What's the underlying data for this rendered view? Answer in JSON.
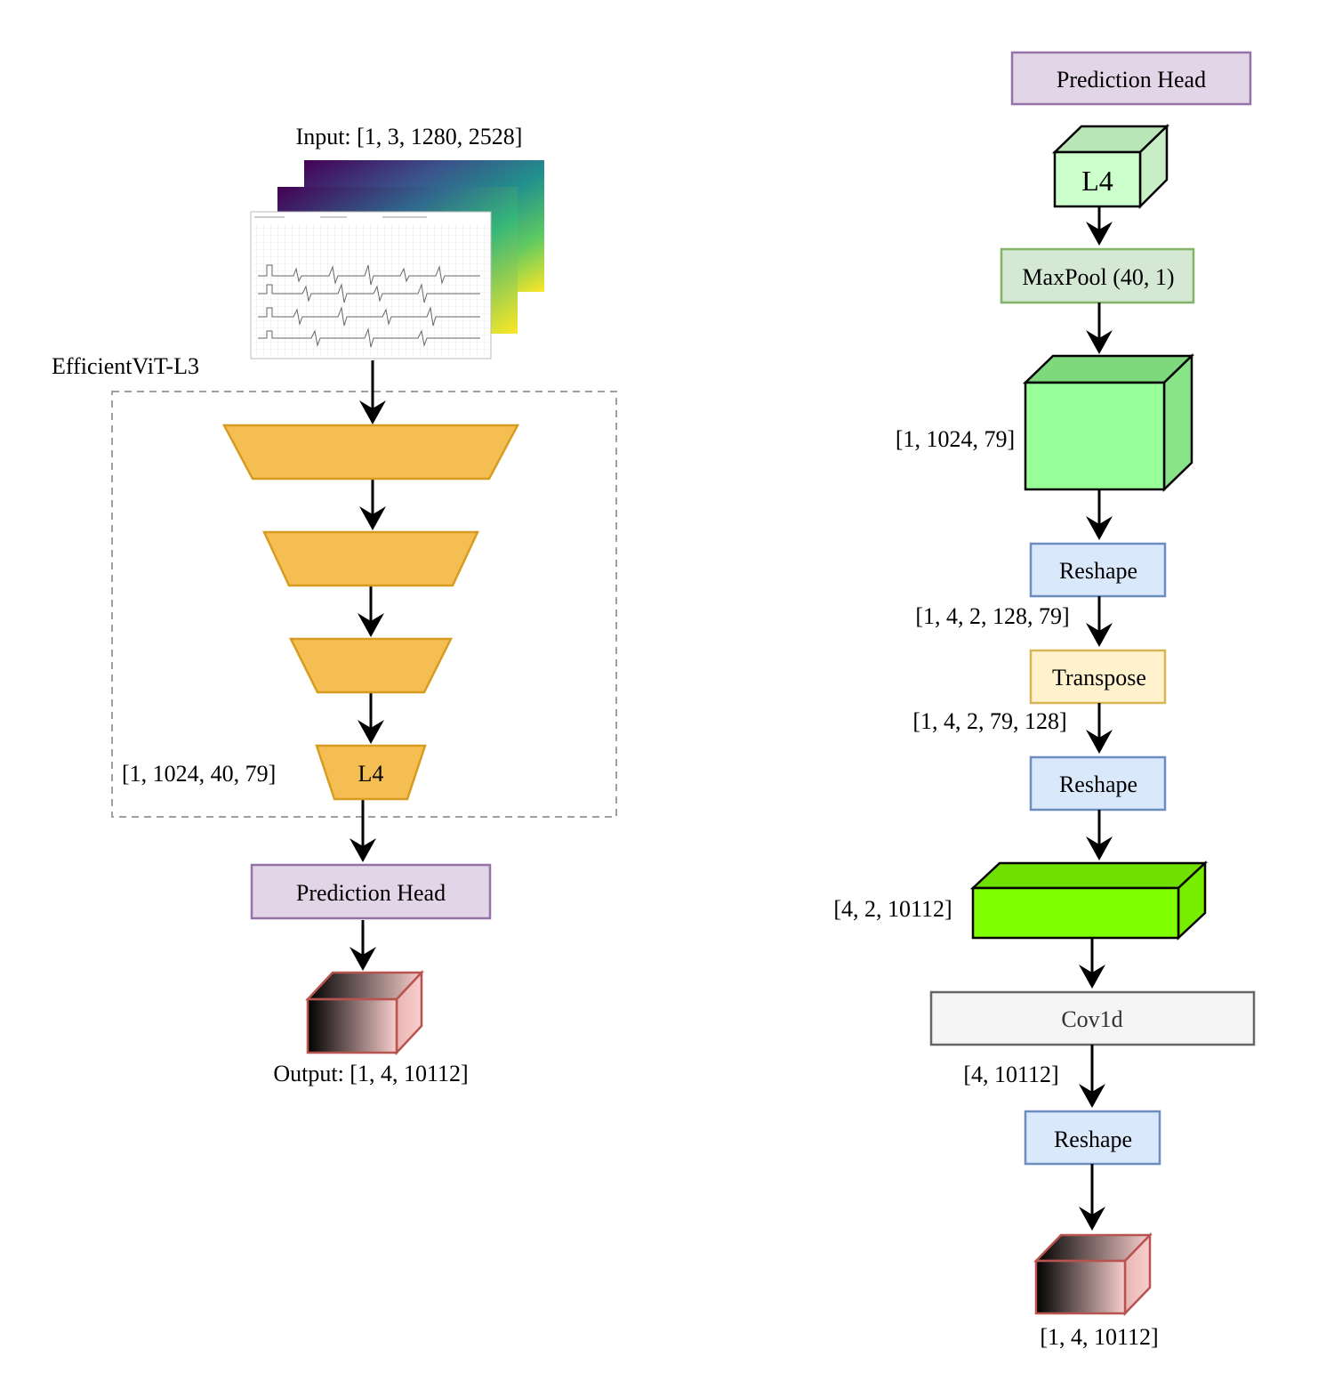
{
  "left": {
    "input_label": "Input: [1, 3, 1280, 2528]",
    "backbone_label": "EfficientViT-L3",
    "l4_label": "L4",
    "l4_shape": "[1, 1024, 40, 79]",
    "head_label": "Prediction Head",
    "output_label": "Output: [1, 4, 10112]"
  },
  "right": {
    "head_title": "Prediction Head",
    "l4_label": "L4",
    "maxpool_label": "MaxPool (40, 1)",
    "shape_after_pool": "[1, 1024, 79]",
    "reshape1_label": "Reshape",
    "shape_after_reshape1": "[1, 4, 2, 128, 79]",
    "transpose_label": "Transpose",
    "shape_after_transpose": "[1, 4, 2, 79, 128]",
    "reshape2_label": "Reshape",
    "shape_after_reshape2": "[4, 2, 10112]",
    "conv_label": "Cov1d",
    "shape_after_conv": "[4, 10112]",
    "reshape3_label": "Reshape",
    "output_shape": "[1, 4, 10112]"
  },
  "colors": {
    "trapezoid_fill": "#F4BE52",
    "trapezoid_stroke": "#D79B20",
    "purple_fill": "#E1D5E7",
    "purple_stroke": "#9673A6",
    "blue_fill": "#DAE8FC",
    "blue_stroke": "#6C8EBF",
    "yellow_fill": "#FFF2CC",
    "yellow_stroke": "#D6B656",
    "green_fill": "#D5E8D4",
    "green_stroke": "#82B366",
    "gray_fill": "#F5F5F5",
    "gray_stroke": "#666666"
  }
}
